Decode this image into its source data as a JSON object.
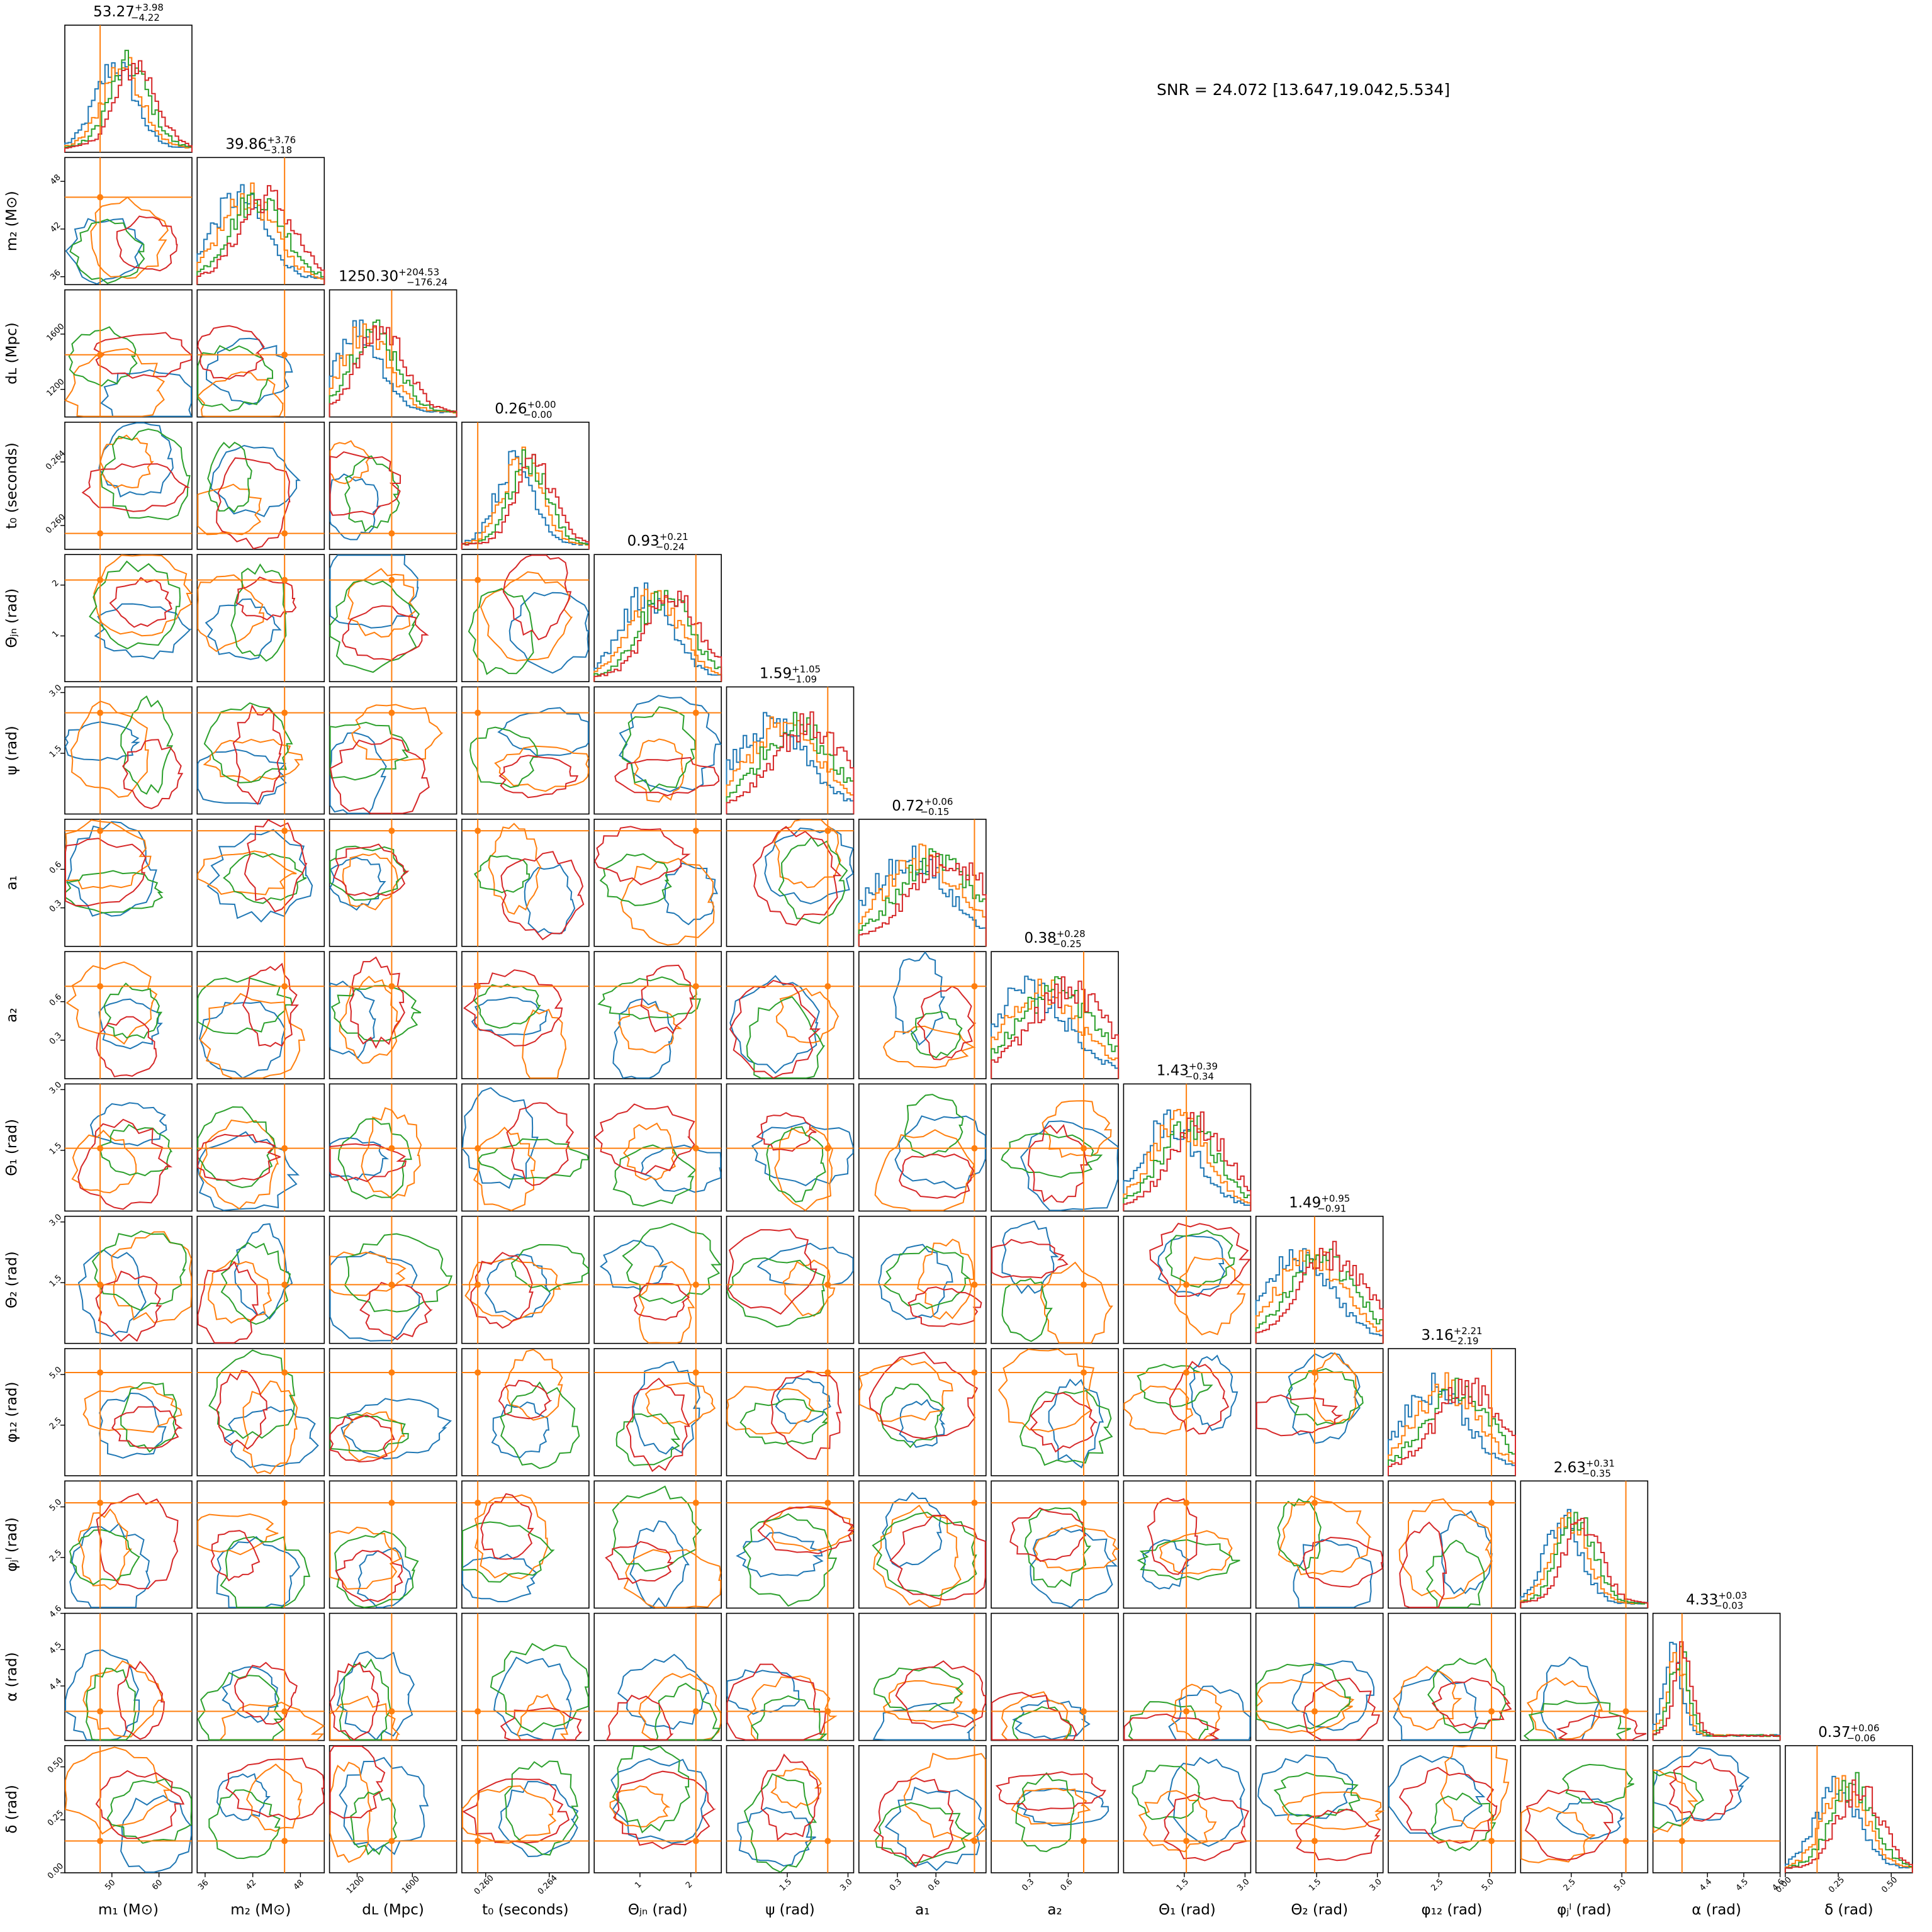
{
  "snr_text": "SNR = 24.072 [13.647,19.042,5.534]",
  "colors": [
    "#1f77b4",
    "#ff7f0e",
    "#2ca02c",
    "#d62728"
  ],
  "truth_color": "#ff7f0e",
  "chart_data": {
    "type": "corner",
    "parameters": [
      {
        "name": "m1",
        "label": "m₁ (M⊙)",
        "range": [
          40,
          67
        ],
        "ticks": [
          50,
          60
        ],
        "truth": 47.5,
        "center": 53,
        "sd": 4.2,
        "summary": {
          "median": "53.27",
          "plus": "+3.98",
          "minus": "−4.22"
        }
      },
      {
        "name": "m2",
        "label": "m₂ (M⊙)",
        "range": [
          35,
          51
        ],
        "ticks": [
          36,
          42,
          48
        ],
        "truth": 46,
        "center": 42,
        "sd": 3.4,
        "summary": {
          "median": "39.86",
          "plus": "+3.76",
          "minus": "−3.18"
        }
      },
      {
        "name": "dL",
        "label": "dʟ (Mpc)",
        "range": [
          1000,
          1920
        ],
        "ticks": [
          1200,
          1600
        ],
        "truth": 1450,
        "center": 1290,
        "sd": 170,
        "summary": {
          "median": "1250.30",
          "plus": "+204.53",
          "minus": "−176.24"
        }
      },
      {
        "name": "t0",
        "label": "t₀ (seconds)",
        "range": [
          0.2585,
          0.2665
        ],
        "ticks": [
          0.26,
          0.264
        ],
        "ticklabels": [
          "0.260",
          "0.264"
        ],
        "truth": 0.2595,
        "center": 0.2625,
        "sd": 0.0012,
        "summary": {
          "median": "0.26",
          "plus": "+0.00",
          "minus": "−0.00"
        }
      },
      {
        "name": "theta_jn",
        "label": "Θⱼₙ (rad)",
        "range": [
          0.1,
          2.6
        ],
        "ticks": [
          1,
          2
        ],
        "truth": 2.1,
        "center": 1.4,
        "sd": 0.5,
        "summary": {
          "median": "0.93",
          "plus": "+0.21",
          "minus": "−0.24"
        }
      },
      {
        "name": "psi",
        "label": "ψ (rad)",
        "range": [
          0,
          3.14
        ],
        "ticks": [
          1.5,
          3.0
        ],
        "ticklabels": [
          "1.5",
          "3.0"
        ],
        "truth": 2.5,
        "center": 1.57,
        "sd": 0.9,
        "summary": {
          "median": "1.59",
          "plus": "+1.05",
          "minus": "−1.09"
        }
      },
      {
        "name": "a1",
        "label": "a₁",
        "range": [
          0,
          0.99
        ],
        "ticks": [
          0.3,
          0.6
        ],
        "truth": 0.9,
        "center": 0.55,
        "sd": 0.3,
        "summary": {
          "median": "0.72",
          "plus": "+0.06",
          "minus": "−0.15"
        }
      },
      {
        "name": "a2",
        "label": "a₂",
        "range": [
          0,
          0.99
        ],
        "ticks": [
          0.3,
          0.6
        ],
        "truth": 0.72,
        "center": 0.45,
        "sd": 0.3,
        "summary": {
          "median": "0.38",
          "plus": "+0.28",
          "minus": "−0.25"
        }
      },
      {
        "name": "theta1",
        "label": "Θ₁ (rad)",
        "range": [
          0,
          3.14
        ],
        "ticks": [
          1.5,
          3.0
        ],
        "ticklabels": [
          "1.5",
          "3.0"
        ],
        "truth": 1.55,
        "center": 1.5,
        "sd": 0.7,
        "summary": {
          "median": "1.43",
          "plus": "+0.39",
          "minus": "−0.34"
        }
      },
      {
        "name": "theta2",
        "label": "Θ₂ (rad)",
        "range": [
          0,
          3.14
        ],
        "ticks": [
          1.5,
          3.0
        ],
        "ticklabels": [
          "1.5",
          "3.0"
        ],
        "truth": 1.45,
        "center": 1.5,
        "sd": 0.8,
        "summary": {
          "median": "1.49",
          "plus": "+0.95",
          "minus": "−0.91"
        }
      },
      {
        "name": "phi12",
        "label": "φ₁₂ (rad)",
        "range": [
          0,
          6.28
        ],
        "ticks": [
          2.5,
          5.0
        ],
        "ticklabels": [
          "2.5",
          "5.0"
        ],
        "truth": 5.1,
        "center": 3.14,
        "sd": 1.6,
        "summary": {
          "median": "3.16",
          "plus": "+2.21",
          "minus": "−2.19"
        }
      },
      {
        "name": "phi_jl",
        "label": "φⱼˡ (rad)",
        "range": [
          0,
          6.28
        ],
        "ticks": [
          2.5,
          5.0
        ],
        "ticklabels": [
          "2.5",
          "5.0"
        ],
        "truth": 5.2,
        "center": 2.6,
        "sd": 0.9,
        "summary": {
          "median": "2.63",
          "plus": "+0.31",
          "minus": "−0.35"
        }
      },
      {
        "name": "alpha",
        "label": "α (rad)",
        "range": [
          4.25,
          4.6
        ],
        "ticks": [
          4.4,
          4.5,
          4.6
        ],
        "ticklabels": [
          "4.4",
          "4.5",
          "4.6"
        ],
        "truth": 4.33,
        "center": 4.32,
        "sd": 0.025,
        "summary": {
          "median": "4.33",
          "plus": "+0.03",
          "minus": "−0.03"
        }
      },
      {
        "name": "delta",
        "label": "δ (rad)",
        "range": [
          0,
          0.6
        ],
        "ticks": [
          0.0,
          0.25,
          0.5
        ],
        "ticklabels": [
          "0.00",
          "0.25",
          "0.50"
        ],
        "truth": 0.15,
        "center": 0.3,
        "sd": 0.1,
        "summary": {
          "median": "0.37",
          "plus": "+0.06",
          "minus": "−0.06"
        }
      }
    ]
  }
}
